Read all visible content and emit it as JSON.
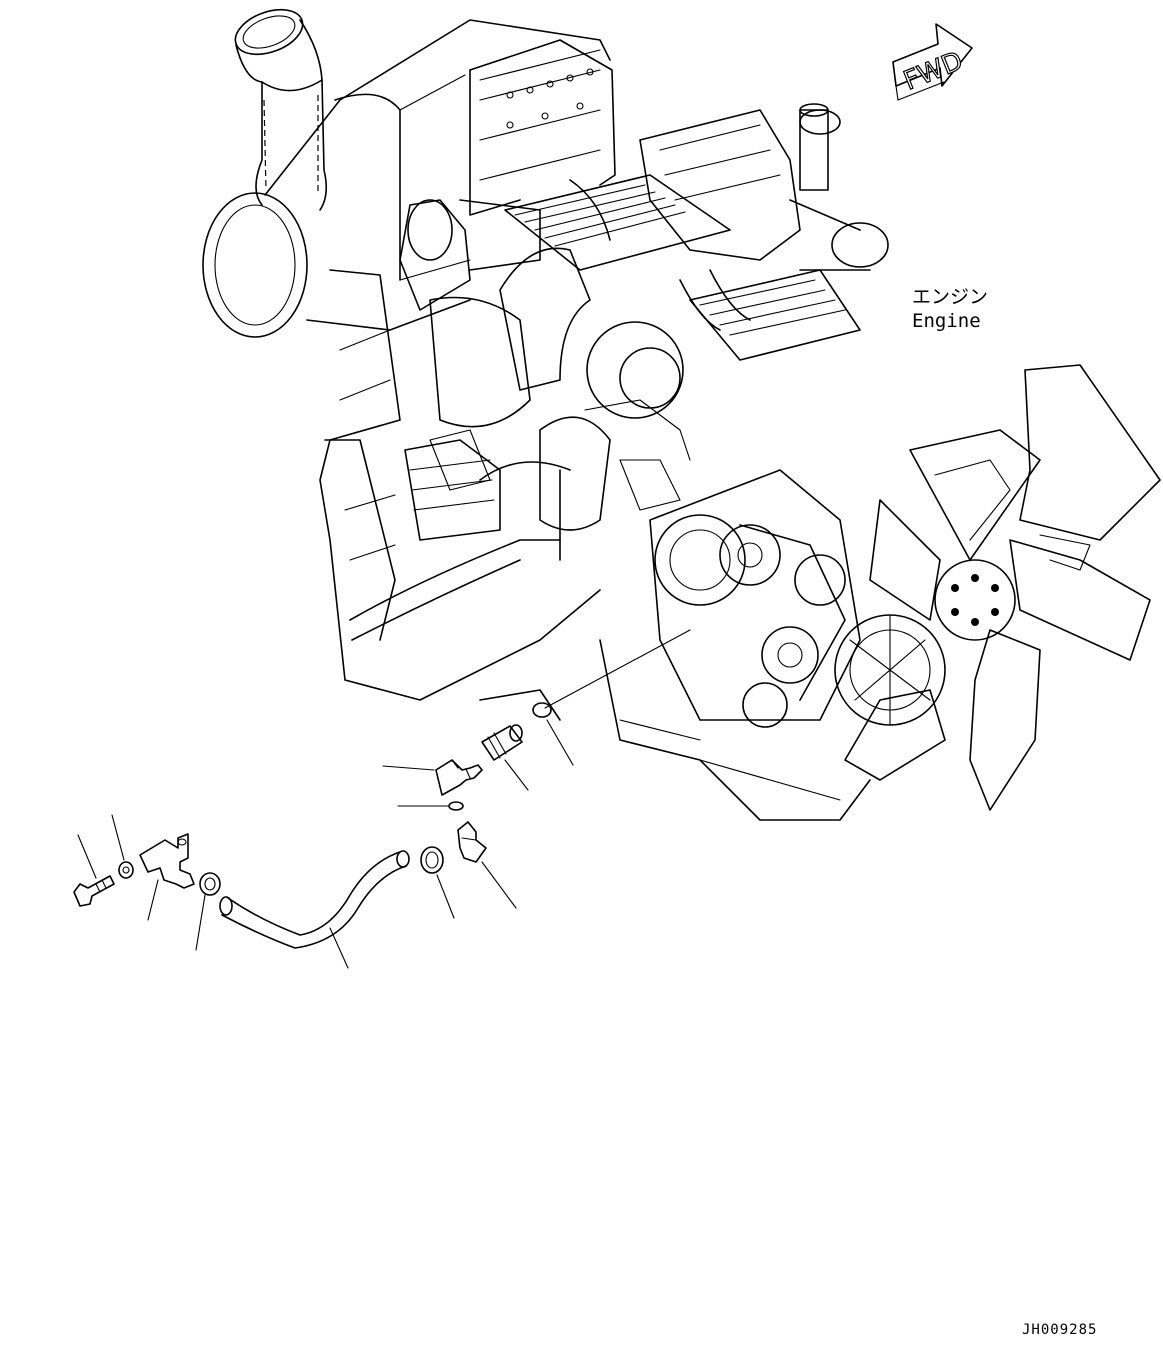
{
  "direction_indicator": {
    "label": "FWD"
  },
  "engine_label": {
    "japanese": "エンジン",
    "english": "Engine"
  },
  "drawing_code": "JH009285"
}
